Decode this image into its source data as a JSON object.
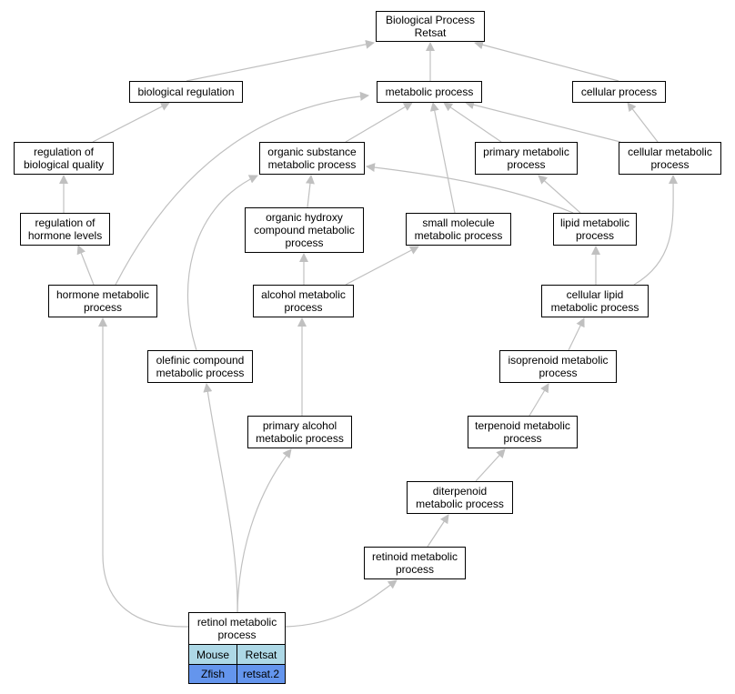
{
  "colors": {
    "edge": "#c0c0c0",
    "mouse_row": "#add8e6",
    "zfish_row": "#6495ed"
  },
  "nodes": {
    "bp_root": "Biological Process\nRetsat",
    "biological_regulation": "biological regulation",
    "metabolic_process": "metabolic process",
    "cellular_process": "cellular process",
    "regulation_biological_quality": "regulation of\nbiological quality",
    "organic_substance_metabolic": "organic substance\nmetabolic process",
    "primary_metabolic": "primary metabolic\nprocess",
    "cellular_metabolic": "cellular metabolic\nprocess",
    "regulation_hormone_levels": "regulation of\nhormone levels",
    "organic_hydroxy_compound": "organic hydroxy\ncompound metabolic\nprocess",
    "small_molecule_metabolic": "small molecule\nmetabolic process",
    "lipid_metabolic": "lipid metabolic\nprocess",
    "hormone_metabolic": "hormone metabolic\nprocess",
    "alcohol_metabolic": "alcohol metabolic\nprocess",
    "cellular_lipid_metabolic": "cellular lipid\nmetabolic process",
    "olefinic_compound": "olefinic compound\nmetabolic process",
    "isoprenoid_metabolic": "isoprenoid metabolic\nprocess",
    "primary_alcohol_metabolic": "primary alcohol\nmetabolic process",
    "terpenoid_metabolic": "terpenoid metabolic\nprocess",
    "diterpenoid_metabolic": "diterpenoid\nmetabolic process",
    "retinoid_metabolic": "retinoid metabolic\nprocess",
    "retinol_metabolic": "retinol metabolic\nprocess"
  },
  "orthologs": [
    {
      "species": "Mouse",
      "gene": "Retsat"
    },
    {
      "species": "Zfish",
      "gene": "retsat.2"
    }
  ]
}
